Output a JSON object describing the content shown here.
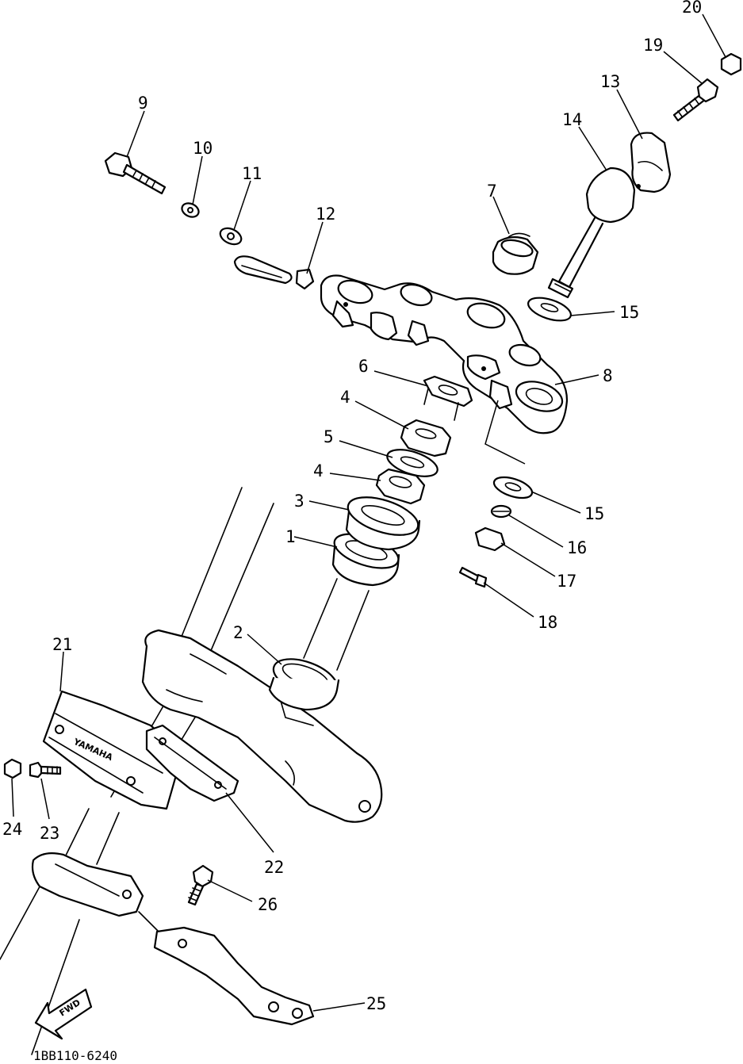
{
  "diagram": {
    "callouts": [
      {
        "id": "c1",
        "text": "1"
      },
      {
        "id": "c2",
        "text": "2"
      },
      {
        "id": "c3",
        "text": "3"
      },
      {
        "id": "c4a",
        "text": "4"
      },
      {
        "id": "c4b",
        "text": "4"
      },
      {
        "id": "c5",
        "text": "5"
      },
      {
        "id": "c6",
        "text": "6"
      },
      {
        "id": "c7",
        "text": "7"
      },
      {
        "id": "c8",
        "text": "8"
      },
      {
        "id": "c9",
        "text": "9"
      },
      {
        "id": "c10",
        "text": "10"
      },
      {
        "id": "c11",
        "text": "11"
      },
      {
        "id": "c12",
        "text": "12"
      },
      {
        "id": "c13",
        "text": "13"
      },
      {
        "id": "c14",
        "text": "14"
      },
      {
        "id": "c15a",
        "text": "15"
      },
      {
        "id": "c15b",
        "text": "15"
      },
      {
        "id": "c16",
        "text": "16"
      },
      {
        "id": "c17",
        "text": "17"
      },
      {
        "id": "c18",
        "text": "18"
      },
      {
        "id": "c19",
        "text": "19"
      },
      {
        "id": "c20",
        "text": "20"
      },
      {
        "id": "c21",
        "text": "21"
      },
      {
        "id": "c22",
        "text": "22"
      },
      {
        "id": "c23",
        "text": "23"
      },
      {
        "id": "c24",
        "text": "24"
      },
      {
        "id": "c25",
        "text": "25"
      },
      {
        "id": "c26",
        "text": "26"
      }
    ],
    "emblem_text": "YAMAHA",
    "fwd_arrow_text": "FWD",
    "drawing_code": "1BB110-6240"
  }
}
